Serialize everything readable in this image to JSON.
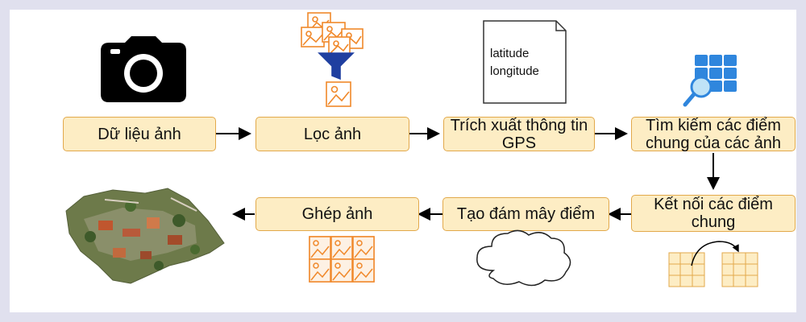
{
  "steps": {
    "du_lieu_anh": "Dữ liệu ảnh",
    "loc_anh": "Lọc ảnh",
    "trich_xuat": "Trích xuất thông tin GPS",
    "tim_kiem": "Tìm kiếm các điểm chung của các ảnh",
    "ket_noi": "Kết nối các điểm chung",
    "tao_dam_may": "Tạo đám mây điểm",
    "ghep_anh": "Ghép ảnh"
  },
  "document": {
    "line1": "latitude",
    "line2": "longitude"
  },
  "icons": {
    "camera": "camera-icon",
    "filter": "image-filter-icon",
    "document": "document-icon",
    "search_grid": "search-grid-icon",
    "point_match": "point-matching-icon",
    "cloud": "cloud-icon",
    "mosaic": "image-mosaic-icon",
    "model": "3d-model-icon"
  },
  "colors": {
    "box_fill": "#fdedc4",
    "box_border": "#e2a94b",
    "image_icon": "#f0882a",
    "funnel": "#1f3fa0",
    "grid_blue": "#2f86dd",
    "arrow": "#000000"
  }
}
